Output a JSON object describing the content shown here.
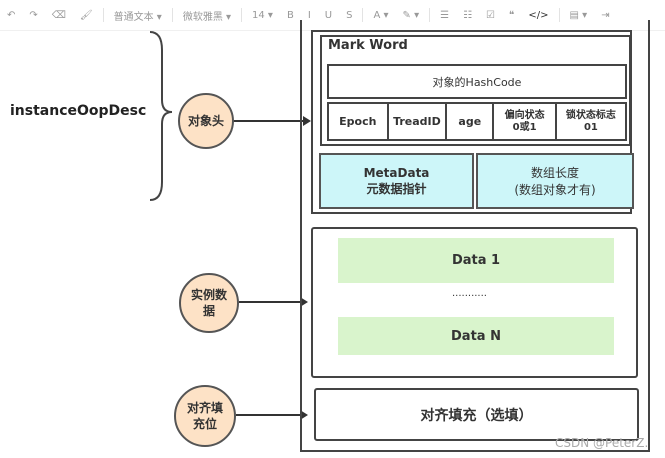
{
  "toolbar": {
    "items": [
      {
        "name": "undo-icon",
        "label": "↶"
      },
      {
        "name": "redo-icon",
        "label": "↷"
      },
      {
        "name": "eraser-icon",
        "label": "⌫"
      },
      {
        "name": "format-painter-icon",
        "label": "🖌"
      },
      {
        "sep": true
      },
      {
        "name": "paragraph-style-dropdown",
        "label": "普通文本 ▾"
      },
      {
        "sep": true
      },
      {
        "name": "font-family-dropdown",
        "label": "微软雅黑 ▾"
      },
      {
        "sep": true
      },
      {
        "name": "font-size-dropdown",
        "label": "14 ▾"
      },
      {
        "name": "bold-button",
        "label": "B"
      },
      {
        "name": "italic-button",
        "label": "I"
      },
      {
        "name": "underline-button",
        "label": "U"
      },
      {
        "name": "strikethrough-button",
        "label": "S"
      },
      {
        "sep": true
      },
      {
        "name": "font-color-button",
        "label": "A ▾"
      },
      {
        "name": "highlight-button",
        "label": "✎ ▾"
      },
      {
        "sep": true
      },
      {
        "name": "bullet-list-icon",
        "label": "☰"
      },
      {
        "name": "numbered-list-icon",
        "label": "☷"
      },
      {
        "name": "checkbox-icon",
        "label": "☑"
      },
      {
        "name": "quote-icon",
        "label": "❝"
      },
      {
        "name": "code-icon",
        "label": "</>"
      },
      {
        "sep": true
      },
      {
        "name": "align-dropdown",
        "label": "▤ ▾"
      },
      {
        "name": "indent-icon",
        "label": "⇥"
      }
    ]
  },
  "diagram": {
    "root_label": "instanceOopDesc",
    "header_circle": "对象头",
    "instance_circle": "实例数据",
    "padding_circle": "对齐填充位",
    "mark_word": "Mark Word",
    "hashcode": "对象的HashCode",
    "cells": [
      "Epoch",
      "TreadID",
      "age",
      "偏向状态\n0或1",
      "锁状态标志\n01"
    ],
    "metadata": "MetaData\n元数据指针",
    "array_length": "数组长度\n(数组对象才有)",
    "data1": "Data 1",
    "ellipsis": "...........",
    "dataN": "Data N",
    "padding": "对齐填充（选填）"
  },
  "watermark": "CSDN @PeterZ.",
  "colors": {
    "cyan": "#cdf6f9",
    "green": "#d9f4cc",
    "circle": "#fde2c6"
  }
}
